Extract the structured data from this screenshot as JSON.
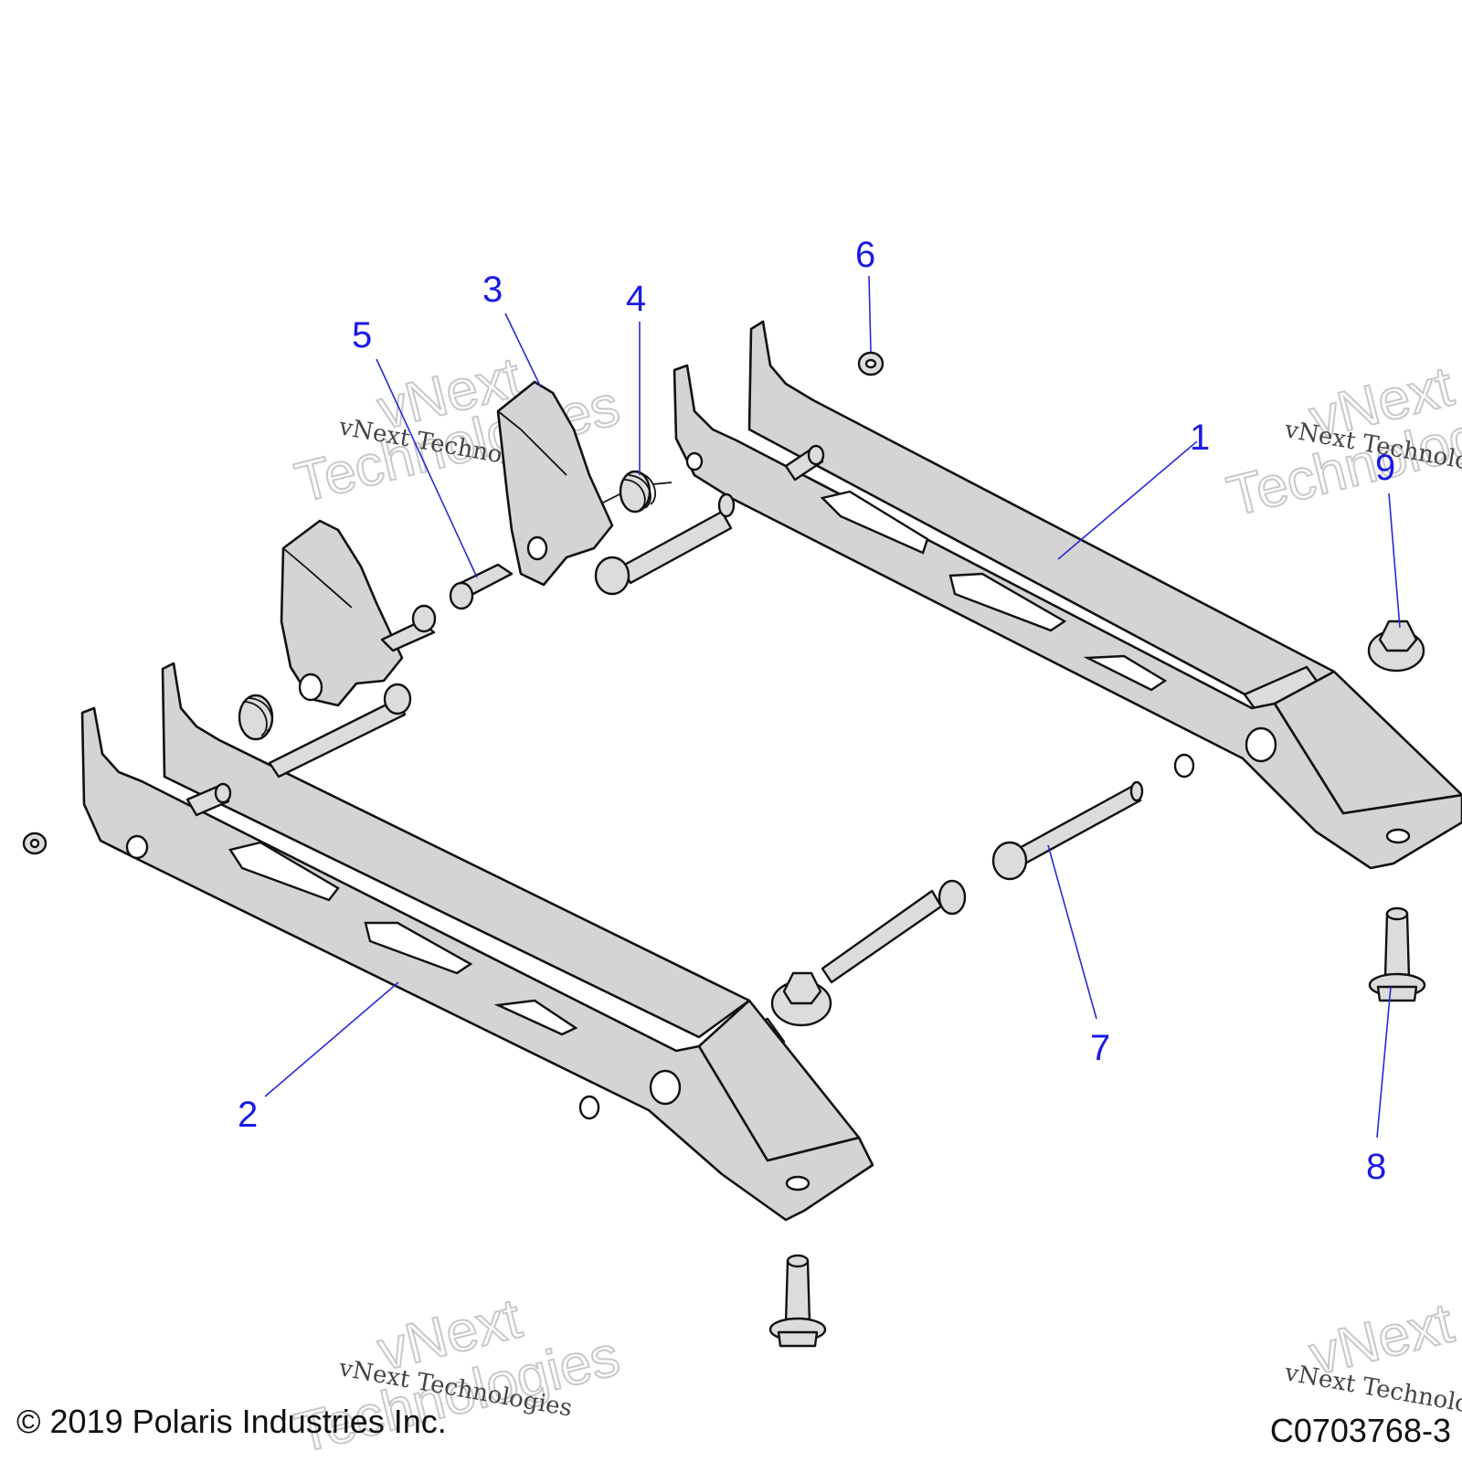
{
  "diagram": {
    "callouts": [
      {
        "id": "1",
        "label": "1"
      },
      {
        "id": "2",
        "label": "2"
      },
      {
        "id": "3",
        "label": "3"
      },
      {
        "id": "4",
        "label": "4"
      },
      {
        "id": "5",
        "label": "5"
      },
      {
        "id": "6",
        "label": "6"
      },
      {
        "id": "7",
        "label": "7"
      },
      {
        "id": "8",
        "label": "8"
      },
      {
        "id": "9",
        "label": "9"
      }
    ],
    "watermark_text": "vNext Technologies",
    "watermark_big_line1": "vNext",
    "watermark_big_line2": "Technologies",
    "copyright": "© 2019 Polaris Industries Inc.",
    "figure_id": "C0703768-3",
    "colors": {
      "callout": "#1a1ae6",
      "part_fill": "#d4d4d4",
      "outline": "#111111"
    }
  }
}
